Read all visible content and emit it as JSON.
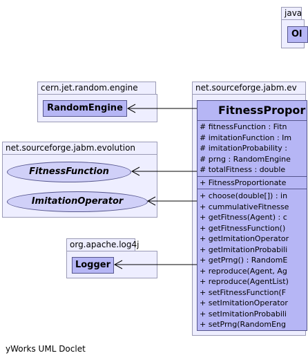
{
  "packages": {
    "java_partial": "java",
    "random_engine_pkg": "cern.jet.random.engine",
    "evolution_pkg": "net.sourceforge.jabm.evolution",
    "log4j_pkg": "org.apache.log4j",
    "main_pkg": "net.sourceforge.jabm.ev"
  },
  "classes": {
    "object_partial": "Ol",
    "random_engine": "RandomEngine",
    "logger": "Logger"
  },
  "interfaces": {
    "fitness_function": "FitnessFunction",
    "imitation_operator": "ImitationOperator"
  },
  "main_class": {
    "title": "FitnessPropor",
    "fields": [
      "# fitnessFunction : Fitn",
      "# imitationFunction : Im",
      "# imitationProbability :",
      "# prng : RandomEngine",
      "# totalFitness : double"
    ],
    "constructors": [
      "+  FitnessProportionate"
    ],
    "methods": [
      "+  choose(double[]) : in",
      "+  cummulativeFitnesse",
      "+  getFitness(Agent) : c",
      "+  getFitnessFunction()",
      "+  getImitationOperator",
      "+  getImitationProbabili",
      "+  getPrng() : RandomE",
      "+  reproduce(Agent, Ag",
      "+  reproduce(AgentList)",
      "+  setFitnessFunction(F",
      "+  setImitationOperator",
      "+  setImitationProbabili",
      "+  setPrng(RandomEng"
    ]
  },
  "footer": "yWorks UML Doclet"
}
